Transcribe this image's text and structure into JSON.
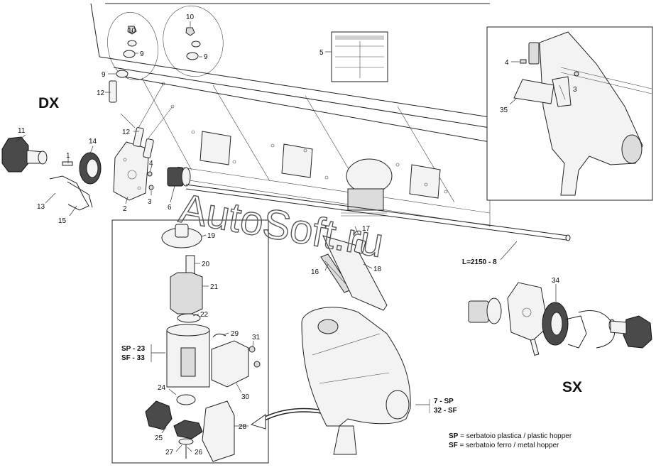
{
  "side_labels": {
    "right_side": "DX",
    "left_side": "SX"
  },
  "callouts": {
    "p1": "1",
    "p2": "2",
    "p3": "3",
    "p3b": "3",
    "p4": "4",
    "p4b": "4",
    "p5": "5",
    "p6": "6",
    "p9a": "9",
    "p9b": "9",
    "p9c": "9",
    "p10a": "10",
    "p10b": "10",
    "p11": "11",
    "p12a": "12",
    "p12b": "12",
    "p13": "13",
    "p14": "14",
    "p15": "15",
    "p16": "16",
    "p17": "17",
    "p18": "18",
    "p19": "19",
    "p20": "20",
    "p21": "21",
    "p22": "22",
    "p24": "24",
    "p25": "25",
    "p26": "26",
    "p27": "27",
    "p28": "28",
    "p29": "29",
    "p30": "30",
    "p31": "31",
    "p34": "34",
    "p35": "35"
  },
  "hopper_variants": {
    "sp_23": "SP - 23",
    "sf_33": "SF - 33",
    "sp_7": "7  - SP",
    "sf_32": "32 - SF"
  },
  "shaft_label": "L=2150 - 8",
  "legend": {
    "sp_key": "SP",
    "sp_text": " = serbatoio plastica / plastic hopper",
    "sf_key": "SF",
    "sf_text": " = serbatoio ferro / metal hopper"
  },
  "watermark": "AutoSoft.ru"
}
